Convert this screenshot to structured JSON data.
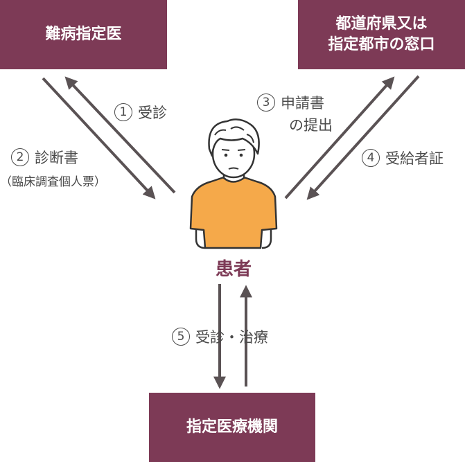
{
  "boxes": {
    "doctor": "難病指定医",
    "office_line1": "都道府県又は",
    "office_line2": "指定都市の窓口",
    "hospital": "指定医療機関"
  },
  "patient": "患者",
  "steps": [
    {
      "num": "1",
      "label": "受診"
    },
    {
      "num": "2",
      "label": "診断書",
      "sub": "（臨床調査個人票）"
    },
    {
      "num": "3",
      "label": "申請書",
      "label2": "の提出"
    },
    {
      "num": "4",
      "label": "受給者証"
    },
    {
      "num": "5",
      "label": "受診・治療"
    }
  ],
  "colors": {
    "box": "#7d3a56",
    "arrow": "#5a5254",
    "shirt": "#f5a94a"
  }
}
